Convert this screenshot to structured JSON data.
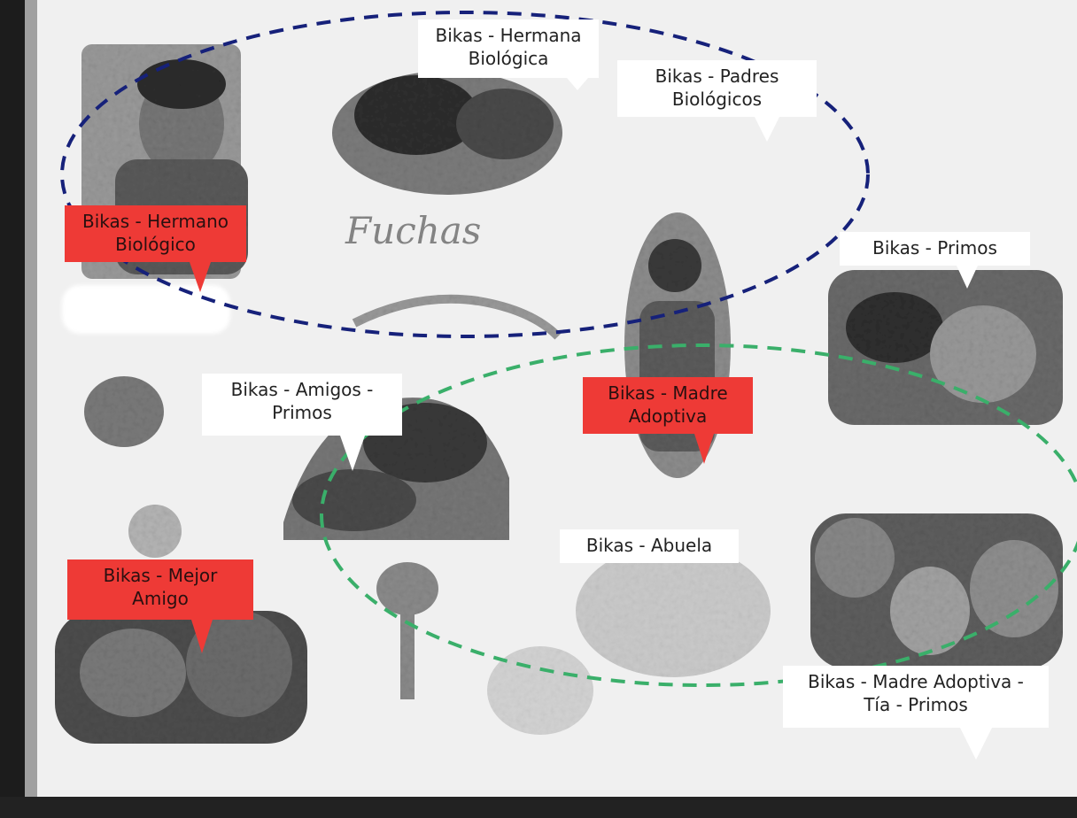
{
  "image": {
    "description_colors": {
      "blue_circle": "#16217a",
      "green_circle": "#3aaf6a",
      "red_label": "#ee3a36",
      "white_label": "#ffffff"
    }
  },
  "labels": {
    "hermana_biologica": [
      "Bikas - Hermana",
      "Biológica"
    ],
    "padres_biologicos": [
      "Bikas - Padres",
      "Biológicos"
    ],
    "hermano_biologico": [
      "Bikas - Hermano",
      "Biológico"
    ],
    "primos": [
      "Bikas - Primos"
    ],
    "amigos_primos": [
      "Bikas - Amigos -",
      "Primos"
    ],
    "madre_adoptiva": [
      "Bikas - Madre",
      "Adoptiva"
    ],
    "abuela": [
      "Bikas - Abuela"
    ],
    "mejor_amigo": [
      "Bikas - Mejor",
      "Amigo"
    ],
    "madre_tia_primos": [
      "Bikas - Madre Adoptiva -",
      "Tía - Primos"
    ]
  }
}
